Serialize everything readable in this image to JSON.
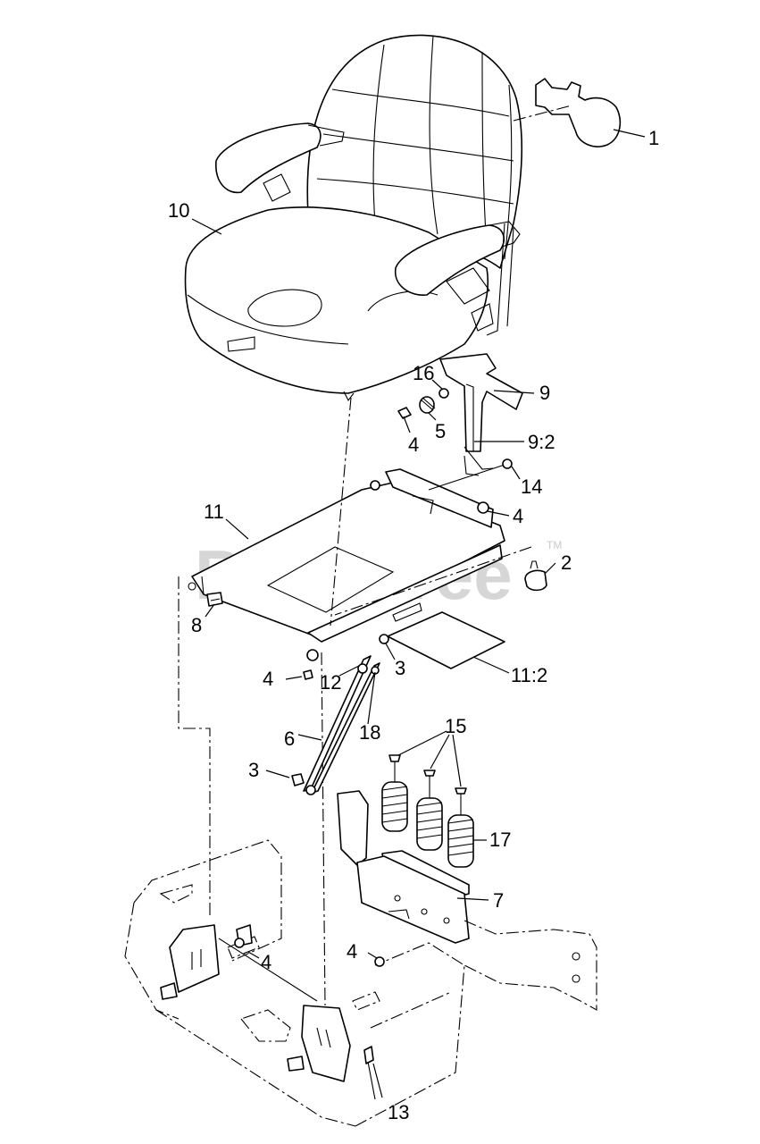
{
  "watermark": {
    "text": "PartsTree",
    "trademark": "TM"
  },
  "callouts": [
    {
      "id": "1",
      "label": "1"
    },
    {
      "id": "10",
      "label": "10"
    },
    {
      "id": "16",
      "label": "16"
    },
    {
      "id": "9",
      "label": "9"
    },
    {
      "id": "5",
      "label": "5"
    },
    {
      "id": "4a",
      "label": "4"
    },
    {
      "id": "9-2",
      "label": "9:2"
    },
    {
      "id": "14",
      "label": "14"
    },
    {
      "id": "11",
      "label": "11"
    },
    {
      "id": "4b",
      "label": "4"
    },
    {
      "id": "2",
      "label": "2"
    },
    {
      "id": "8",
      "label": "8"
    },
    {
      "id": "3a",
      "label": "3"
    },
    {
      "id": "11-2",
      "label": "11:2"
    },
    {
      "id": "4c",
      "label": "4"
    },
    {
      "id": "12",
      "label": "12"
    },
    {
      "id": "6",
      "label": "6"
    },
    {
      "id": "18",
      "label": "18"
    },
    {
      "id": "15",
      "label": "15"
    },
    {
      "id": "3b",
      "label": "3"
    },
    {
      "id": "17",
      "label": "17"
    },
    {
      "id": "7",
      "label": "7"
    },
    {
      "id": "4d",
      "label": "4"
    },
    {
      "id": "4e",
      "label": "4"
    },
    {
      "id": "13",
      "label": "13"
    }
  ]
}
